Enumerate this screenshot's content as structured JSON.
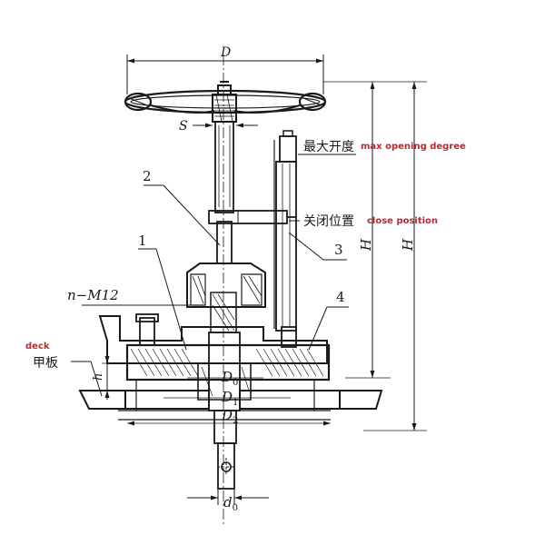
{
  "labels": {
    "dim_D": "D",
    "dim_S": "S",
    "dim_H1": "H",
    "dim_H2": "H",
    "dim_h": "h",
    "dim_D0": "D",
    "dim_D0_sub": "0",
    "dim_D1": "D",
    "dim_D1_sub": "1",
    "dim_D2": "D",
    "dim_D2_sub": "2",
    "dim_d0": "d",
    "dim_d0_sub": "0",
    "bolt_spec": "n−M12",
    "part_1": "1",
    "part_2": "2",
    "part_3": "3",
    "part_4": "4",
    "max_opening_cn": "最大开度",
    "max_opening_en": "max opening degree",
    "close_position_cn": "关闭位置",
    "close_position_en": "close position",
    "deck_en": "deck",
    "deck_cn": "甲板"
  },
  "colors": {
    "line": "#1a1a1a",
    "annotation_red": "#c0262c",
    "background": "#ffffff"
  }
}
